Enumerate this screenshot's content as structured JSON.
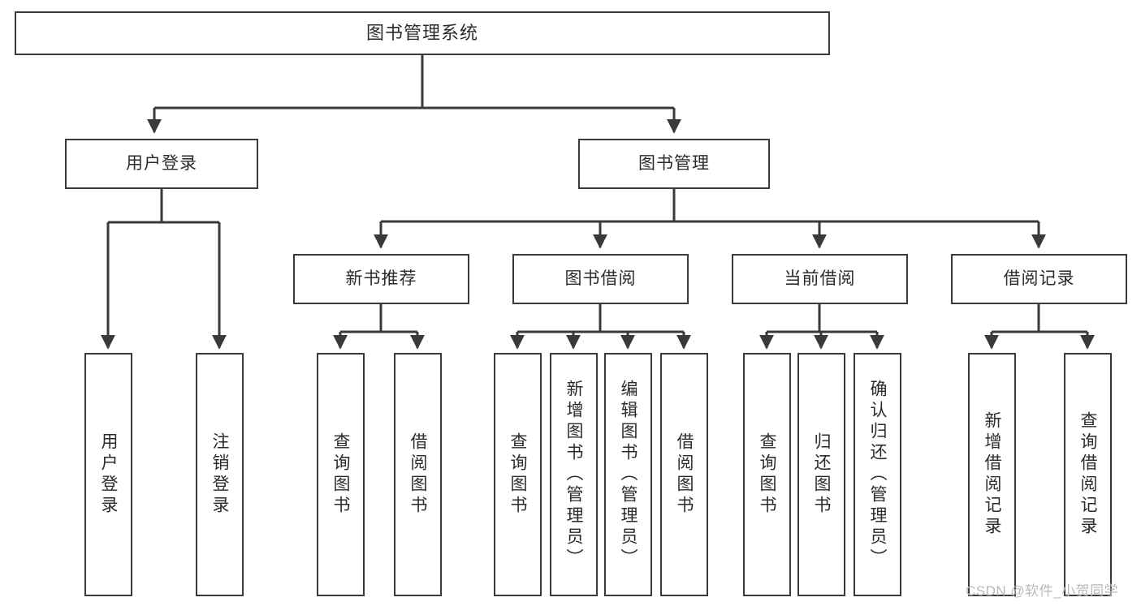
{
  "diagram": {
    "title": "图书管理系统",
    "type": "tree-hierarchy-diagram",
    "colors": {
      "stroke": "#3a3a3a",
      "fill": "#ffffff",
      "text": "#2b2b2b",
      "watermark": "#b9b9b9"
    },
    "watermark": "CSDN @软件_小贺同学"
  },
  "nodes": {
    "root": {
      "label": "图书管理系统"
    },
    "level2": [
      {
        "id": "user-login",
        "label": "用户登录"
      },
      {
        "id": "book-management",
        "label": "图书管理"
      }
    ],
    "level3": [
      {
        "id": "new-book-recommend",
        "label": "新书推荐"
      },
      {
        "id": "book-borrow",
        "label": "图书借阅"
      },
      {
        "id": "current-borrow",
        "label": "当前借阅"
      },
      {
        "id": "borrow-record",
        "label": "借阅记录"
      }
    ],
    "leaves": {
      "user_login": [
        {
          "id": "leaf-user-login",
          "label": "用户登录"
        },
        {
          "id": "leaf-logout-login",
          "label": "注销登录"
        }
      ],
      "new_book_recommend": [
        {
          "id": "leaf-query-book-1",
          "label": "查询图书"
        },
        {
          "id": "leaf-borrow-book-1",
          "label": "借阅图书"
        }
      ],
      "book_borrow": [
        {
          "id": "leaf-query-book-2",
          "label": "查询图书"
        },
        {
          "id": "leaf-add-book",
          "label": "新增图书（管理员）"
        },
        {
          "id": "leaf-edit-book",
          "label": "编辑图书（管理员）"
        },
        {
          "id": "leaf-borrow-book-2",
          "label": "借阅图书"
        }
      ],
      "current_borrow": [
        {
          "id": "leaf-query-book-3",
          "label": "查询图书"
        },
        {
          "id": "leaf-return-book",
          "label": "归还图书"
        },
        {
          "id": "leaf-confirm-return",
          "label": "确认归还（管理员）"
        }
      ],
      "borrow_record": [
        {
          "id": "leaf-add-borrow-record",
          "label": "新增借阅记录"
        },
        {
          "id": "leaf-query-borrow-record",
          "label": "查询借阅记录"
        }
      ]
    }
  }
}
